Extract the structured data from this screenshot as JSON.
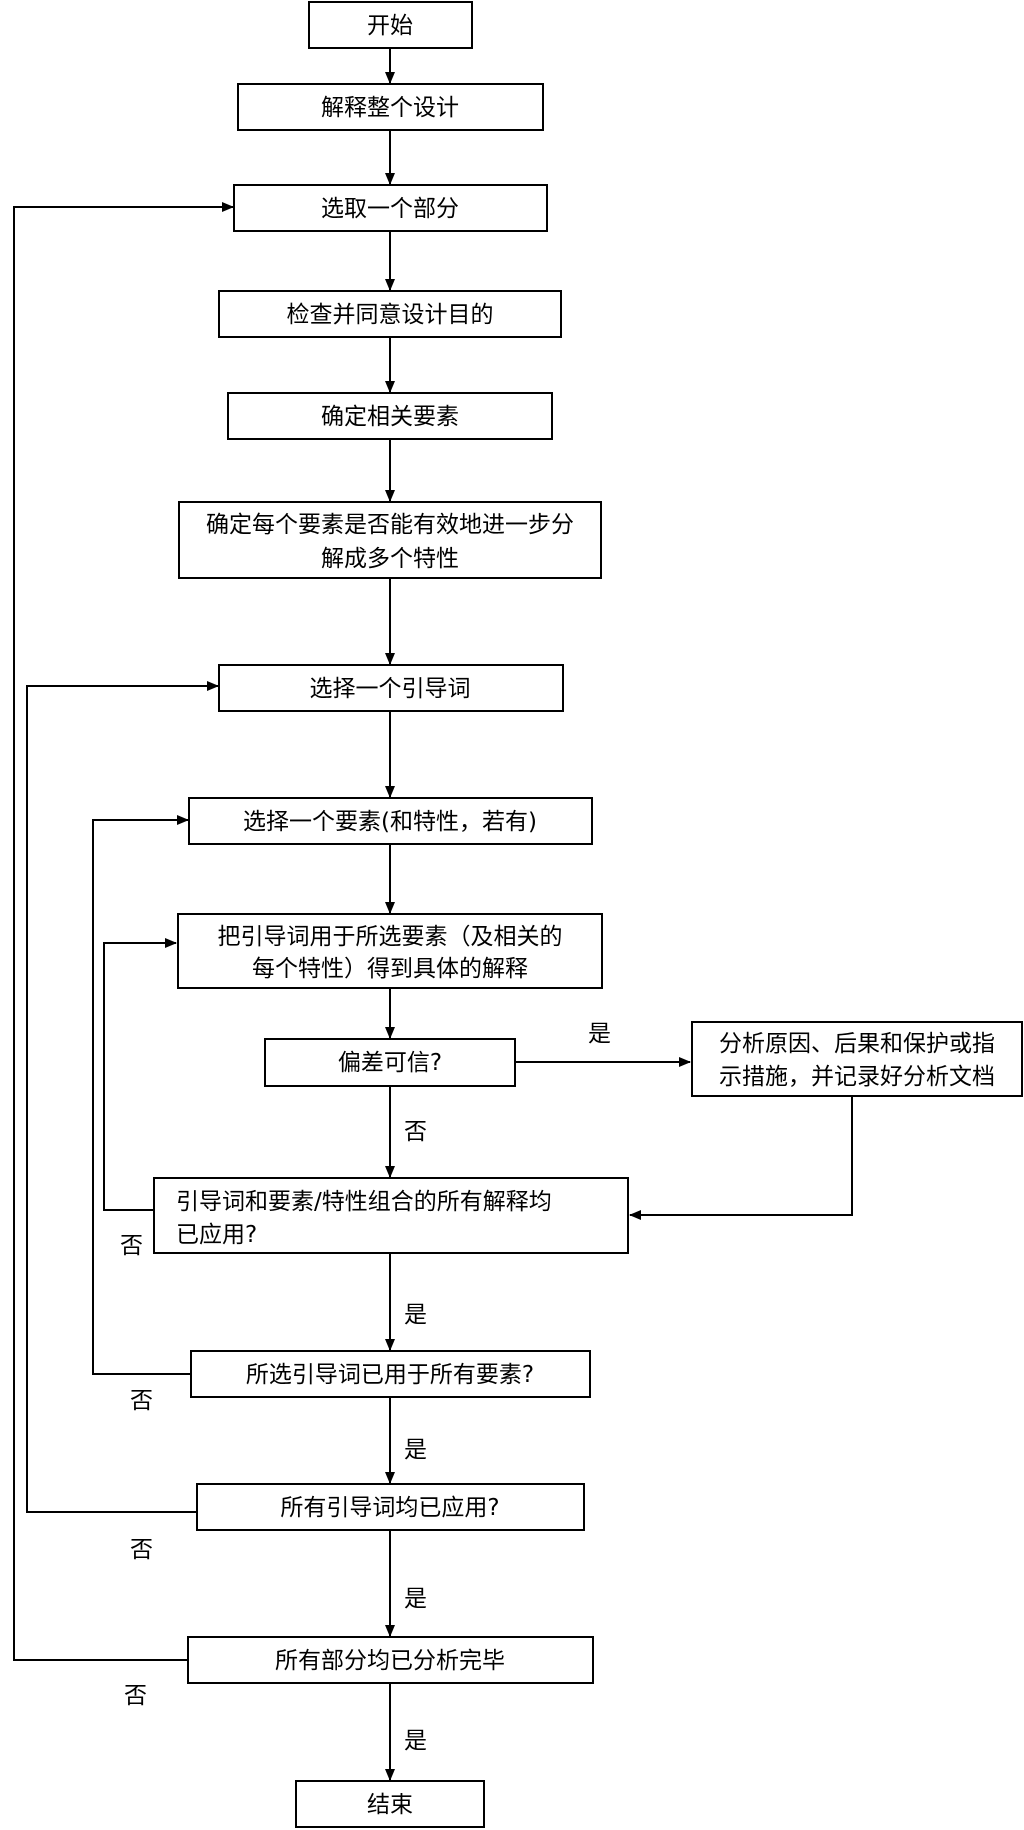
{
  "nodes": {
    "start": {
      "label": "开始"
    },
    "explain_design": {
      "label": "解释整个设计"
    },
    "select_part": {
      "label": "选取一个部分"
    },
    "check_intent": {
      "label": "检查并同意设计目的"
    },
    "identify_elements": {
      "label": "确定相关要素"
    },
    "decompose": {
      "line1": "确定每个要素是否能有效地进一步分",
      "line2": "解成多个特性"
    },
    "select_guideword": {
      "label": "选择一个引导词"
    },
    "select_element": {
      "label": "选择一个要素(和特性，若有)"
    },
    "apply_guideword": {
      "line1": "把引导词用于所选要素（及相关的",
      "line2": "每个特性）得到具体的解释"
    },
    "deviation_credible": {
      "label": "偏差可信?"
    },
    "analyze": {
      "line1": "分析原因、后果和保护或指",
      "line2": "示措施，并记录好分析文档"
    },
    "all_interpretations": {
      "line1": "引导词和要素/特性组合的所有解释均",
      "line2": "已应用?"
    },
    "guideword_all_elements": {
      "label": "所选引导词已用于所有要素?"
    },
    "all_guidewords": {
      "label": "所有引导词均已应用?"
    },
    "all_parts": {
      "label": "所有部分均已分析完毕"
    },
    "end": {
      "label": "结束"
    }
  },
  "edge_labels": {
    "deviation_yes": "是",
    "deviation_no": "否",
    "interpretations_no": "否",
    "interpretations_yes": "是",
    "elements_no": "否",
    "elements_yes": "是",
    "guidewords_no": "否",
    "guidewords_yes": "是",
    "parts_no": "否",
    "parts_yes": "是"
  }
}
